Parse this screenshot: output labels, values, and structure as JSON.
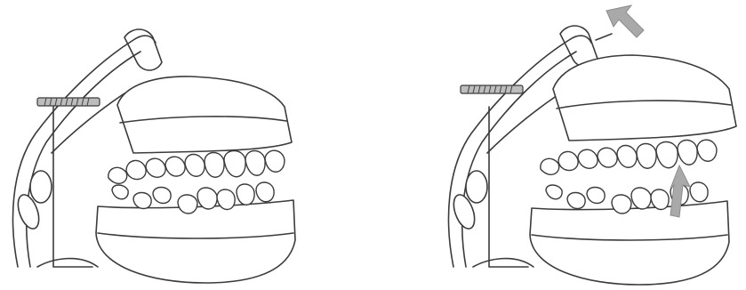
{
  "figure": {
    "panels": [
      {
        "id": "left",
        "state": "closed-occlusion"
      },
      {
        "id": "right",
        "state": "opening-with-arrows"
      }
    ],
    "colors": {
      "line": "#3b3b3b",
      "screw": "#bdbdbd",
      "arrow": "#a9a9a9",
      "background": "#ffffff"
    },
    "icons": [
      "articulator-illustration",
      "up-left-arrow",
      "up-arrow"
    ]
  }
}
